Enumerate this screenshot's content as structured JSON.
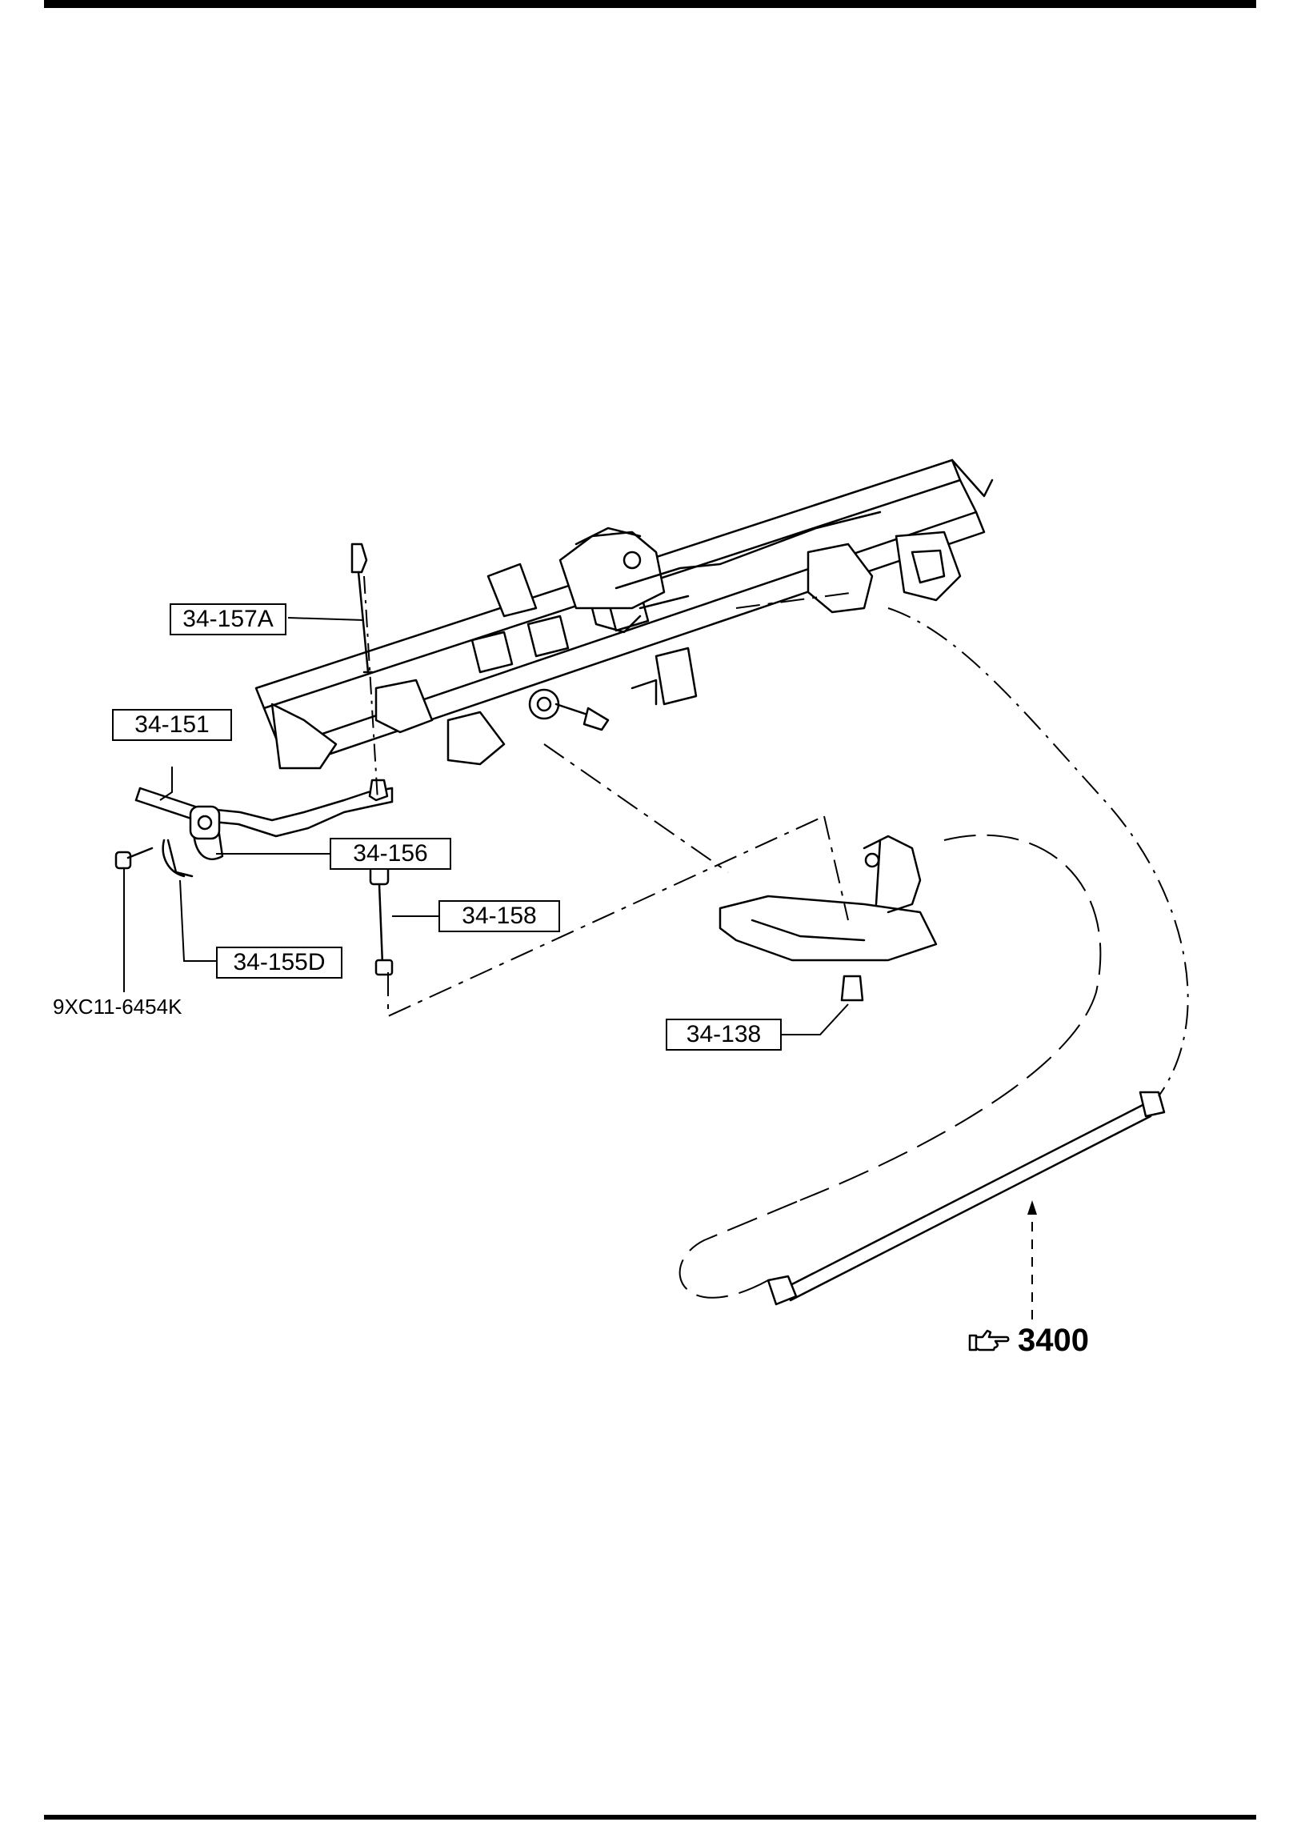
{
  "diagram": {
    "callouts": {
      "p157a": "34-157A",
      "p151": "34-151",
      "p156": "34-156",
      "p158": "34-158",
      "p155d": "34-155D",
      "p138": "34-138"
    },
    "bolt_part": "9XC11-6454K",
    "reference": {
      "icon": "pointing-hand-icon",
      "label": "3400"
    }
  }
}
